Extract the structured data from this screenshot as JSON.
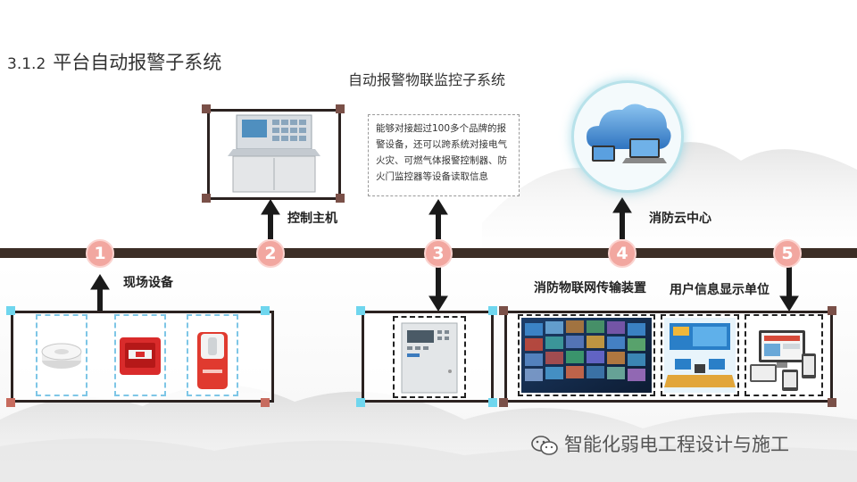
{
  "header": {
    "section_number": "3.1.2",
    "section_title": "平台自动报警子系统",
    "subsystem_title": "自动报警物联监控子系统"
  },
  "nodes": [
    {
      "id": "1",
      "label": "现场设备"
    },
    {
      "id": "2",
      "label": "控制主机"
    },
    {
      "id": "3",
      "label": ""
    },
    {
      "id": "4",
      "label": "消防云中心"
    },
    {
      "id": "5",
      "label": "用户信息显示单位"
    }
  ],
  "transmission_label": "消防物联网传输装置",
  "description": "能够对接超过100多个品牌的报警设备，还可以跨系统对接电气火灾、可燃气体报警控制器、防火门监控器等设备读取信息",
  "watermark": "智能化弱电工程设计与施工",
  "colors": {
    "main_line": "#3c2e26",
    "node_fill": "#f2a7a0",
    "corner_brown": "#7a5048",
    "corner_cyan": "#6fd6ee",
    "dash_blue": "#7ec6e6"
  }
}
